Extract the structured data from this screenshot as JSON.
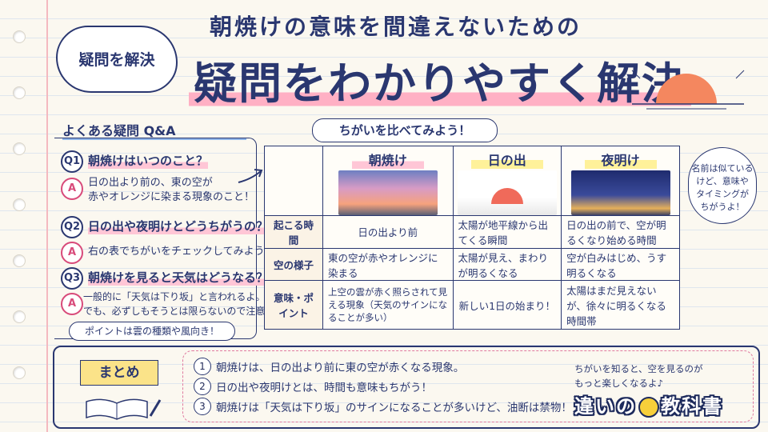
{
  "header": {
    "badge": "疑問を解決",
    "subtitle": "朝焼けの意味を間違えないための",
    "title": "疑問をわかりやすく解決"
  },
  "qa": {
    "heading": "よくある疑問 Q&A",
    "items": [
      {
        "q_num": "Q1",
        "q": "朝焼けはいつのこと？",
        "a_mark": "A",
        "a_lines": [
          "日の出より前の、東の空が",
          "赤やオレンジに染まる現象のこと！"
        ]
      },
      {
        "q_num": "Q2",
        "q": "日の出や夜明けとどうちがうの？",
        "a_mark": "A",
        "a_lines": [
          "右の表でちがいをチェックしてみよう！"
        ]
      },
      {
        "q_num": "Q3",
        "q": "朝焼けを見ると天気はどうなる？",
        "a_mark": "A",
        "a_lines": [
          "一般的に「天気は下り坂」と言われるよ。",
          "でも、必ずしもそうとは限らないので注意。"
        ]
      }
    ],
    "hint": "ポイントは雲の種類や風向き！"
  },
  "compare": {
    "bubble": "ちがいを比べてみよう！",
    "columns": [
      "朝焼け",
      "日の出",
      "夜明け"
    ],
    "rows": [
      {
        "label": "起こる時間",
        "cells": [
          "日の出より前",
          "太陽が地平線から出てくる瞬間",
          "日の出の前で、空が明るくなり始める時間"
        ]
      },
      {
        "label": "空の様子",
        "cells": [
          "東の空が赤やオレンジに染まる",
          "太陽が見え、まわりが明るくなる",
          "空が白みはじめ、うす明るくなる"
        ]
      },
      {
        "label": "意味・ポイント",
        "cells": [
          "上空の雲が赤く照らされて見える現象（天気のサインになることが多い）",
          "新しい1日の始まり！",
          "太陽はまだ見えないが、徐々に明るくなる時間帯"
        ]
      }
    ],
    "side_note": [
      "名前は似ている",
      "けど、意味や",
      "タイミングが",
      "ちがうよ！"
    ]
  },
  "summary": {
    "label": "まとめ",
    "items": [
      {
        "num": "1",
        "text": "朝焼けは、日の出より前に東の空が赤くなる現象。"
      },
      {
        "num": "2",
        "text": "日の出や夜明けとは、時間も意味もちがう！"
      },
      {
        "num": "3",
        "text": "朝焼けは「天気は下り坂」のサインになることが多いけど、油断は禁物！"
      }
    ],
    "tip": [
      "ちがいを知ると、空を見るのが",
      "もっと楽しくなるよ♪"
    ]
  },
  "brand": {
    "left": "違いの",
    "right": "教科書"
  },
  "colors": {
    "navy": "#2a3770",
    "pink": "#ffb0c4",
    "yellow": "#fff19a",
    "accent": "#d84a7a"
  }
}
